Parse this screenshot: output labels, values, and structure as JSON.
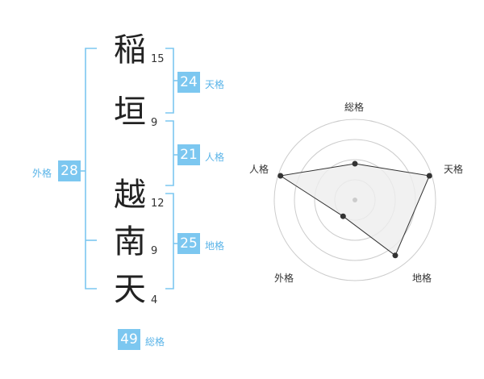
{
  "colors": {
    "accent": "#7cc7f0",
    "label": "#5ab4e8",
    "bracket": "#7cc7f0",
    "radar_fill": "#eeeeee",
    "radar_line": "#333333",
    "ring": "#cccccc"
  },
  "characters": [
    {
      "char": "稲",
      "strokes": "15"
    },
    {
      "char": "垣",
      "strokes": "9"
    },
    {
      "char": "越",
      "strokes": "12"
    },
    {
      "char": "南",
      "strokes": "9"
    },
    {
      "char": "天",
      "strokes": "4"
    }
  ],
  "kaku": {
    "tenkaku": {
      "value": "24",
      "label": "天格"
    },
    "jinkaku": {
      "value": "21",
      "label": "人格"
    },
    "chikaku": {
      "value": "25",
      "label": "地格"
    },
    "gaikaku": {
      "value": "28",
      "label": "外格"
    },
    "soukaku": {
      "value": "49",
      "label": "総格"
    }
  },
  "chart_data": {
    "type": "radar",
    "axes": [
      "総格",
      "天格",
      "地格",
      "外格",
      "人格"
    ],
    "values": [
      0.45,
      0.97,
      0.85,
      0.25,
      0.97
    ],
    "rings": 4,
    "range": [
      0,
      1
    ]
  }
}
